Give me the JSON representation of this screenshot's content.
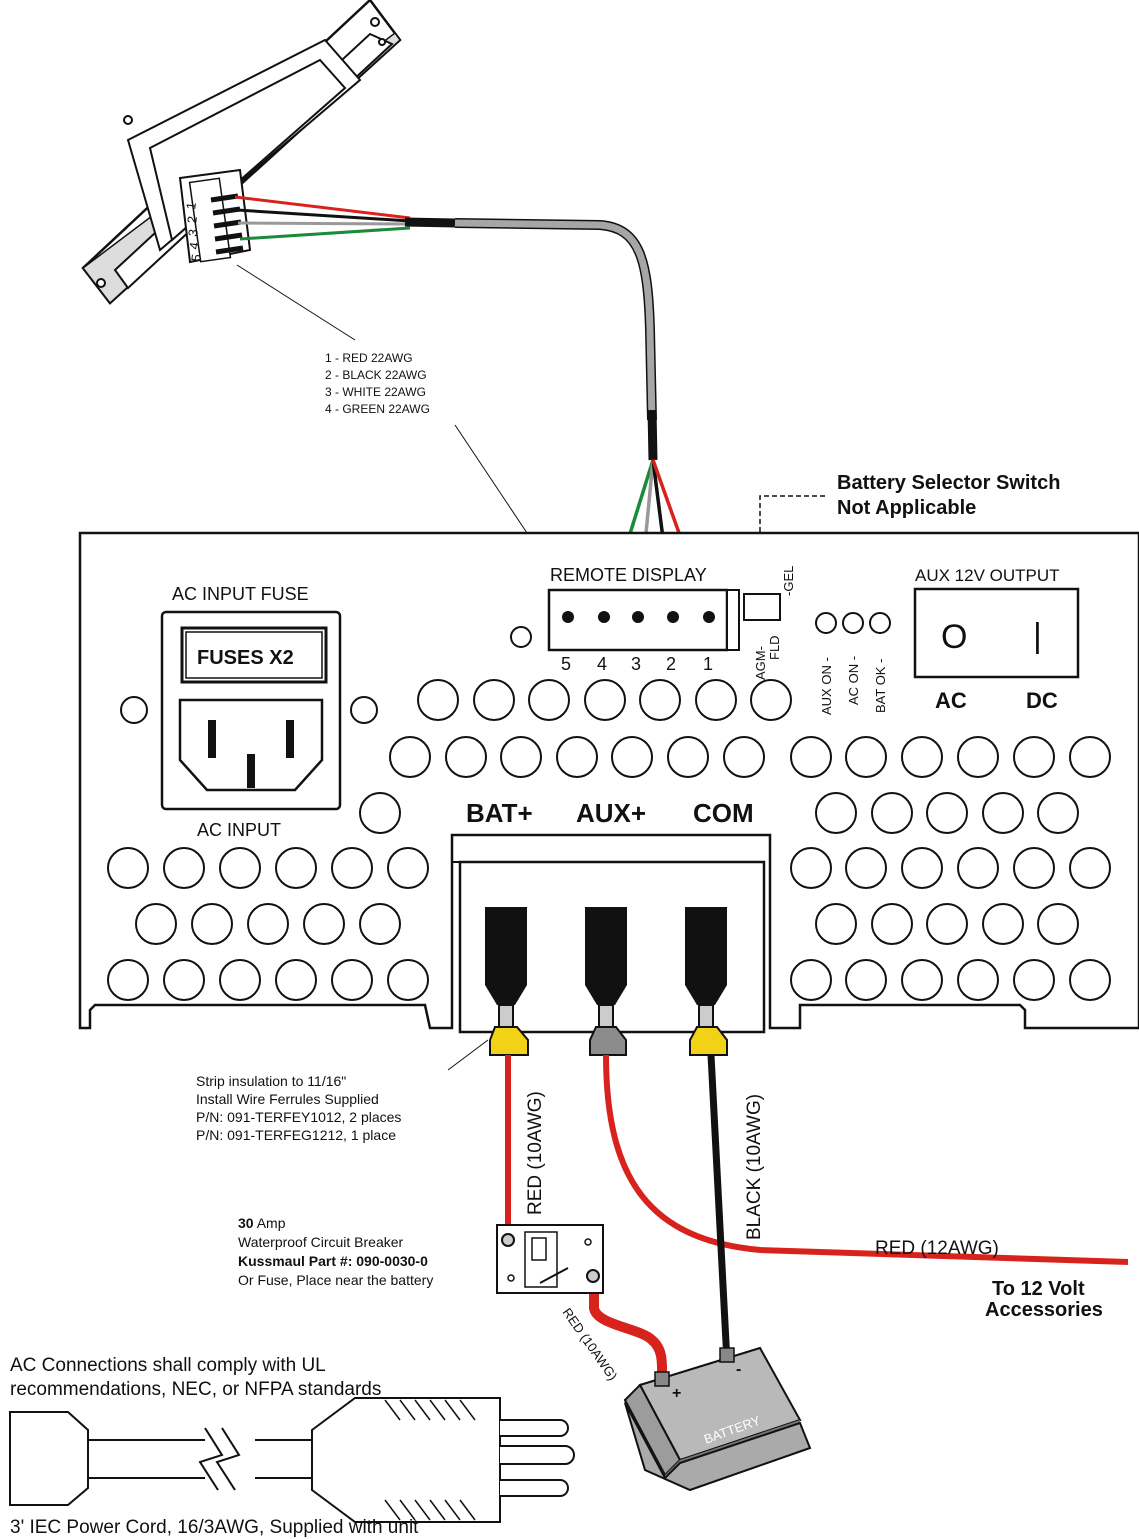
{
  "remote_wiring": {
    "pin_labels": [
      "5",
      "4",
      "3",
      "2",
      "1"
    ],
    "wire_notes": [
      "1 - RED 22AWG",
      "2 - BLACK 22AWG",
      "3 - WHITE 22AWG",
      "4 - GREEN 22AWG"
    ]
  },
  "battery_selector": {
    "line1": "Battery Selector Switch",
    "line2": "Not Applicable",
    "gel": "-GEL",
    "agm": "AGM-",
    "fld": "FLD"
  },
  "panel": {
    "ac_input_fuse": "AC INPUT FUSE",
    "fuses": "FUSES X2",
    "ac_input": "AC INPUT",
    "remote_display": "REMOTE DISPLAY",
    "remote_pins": [
      "5",
      "4",
      "3",
      "2",
      "1"
    ],
    "indicators": [
      "AUX ON -",
      "AC ON -",
      "BAT OK -"
    ],
    "aux_output": "AUX 12V OUTPUT",
    "switch_on": "O",
    "switch_off": "|",
    "ac": "AC",
    "dc": "DC",
    "terminals": [
      "BAT+",
      "AUX+",
      "COM"
    ]
  },
  "ferrule_note": [
    "Strip insulation to 11/16\"",
    "Install Wire Ferrules Supplied",
    "P/N: 091-TERFEY1012, 2 places",
    "P/N: 091-TERFEG1212, 1 place"
  ],
  "wires": {
    "bat_red": "RED  (10AWG)",
    "com_black": "BLACK  (10AWG)",
    "aux_red": "RED  (12AWG)",
    "breaker_to_battery": "RED  (10AWG)"
  },
  "breaker_note": {
    "amp_value": "30",
    "amp_unit": " Amp",
    "line2": "Waterproof Circuit Breaker",
    "line3": "Kussmaul Part #: 090-0030-0",
    "line4": "Or Fuse, Place near the battery"
  },
  "accessories": {
    "line1": "To  12  Volt",
    "line2": "Accessories"
  },
  "battery": {
    "label": "BATTERY",
    "plus": "+",
    "minus": "-"
  },
  "ac_note": {
    "line1": "AC Connections shall comply with UL",
    "line2": "recommendations, NEC, or NFPA standards"
  },
  "cord_caption": "3' IEC Power Cord, 16/3AWG, Supplied with unit",
  "colors": {
    "red": "#d8231d",
    "green": "#1b8a3a",
    "black": "#111111",
    "gray_cable": "#a6a6a6",
    "ferrule_yellow": "#f2d216",
    "ferrule_gray": "#8c8c8c",
    "battery_gray": "#b9b9b9"
  }
}
